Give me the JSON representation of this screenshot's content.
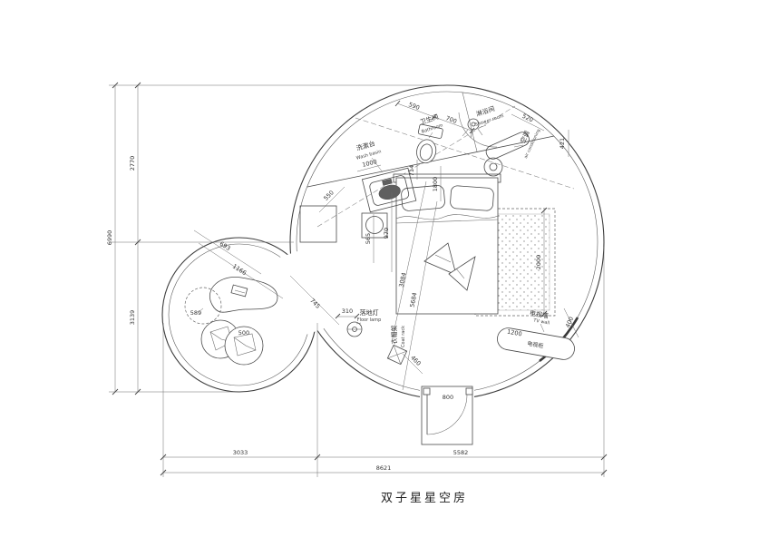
{
  "title": "双子星星空房",
  "dimensions": {
    "left_total": "6990",
    "left_upper": "2770",
    "left_lower": "3139",
    "bottom_left": "3033",
    "bottom_right": "5582",
    "bottom_total": "8621"
  },
  "labels": {
    "bathroom_cn": "卫生间",
    "bathroom_en": "Bathroom",
    "washbasin_cn": "洗漱台",
    "washbasin_en": "Wash basin",
    "shower_cn": "淋浴间",
    "shower_en": "Shower room",
    "ac_cn": "空调",
    "ac_en": "air conditioning",
    "floorlamp_cn": "落地灯",
    "floorlamp_en": "Floor lamp",
    "coatrack_cn": "衣帽架",
    "coatrack_en": "Coat rack",
    "tvwall_cn": "电视墙",
    "tvwall_en": "TV wall",
    "tvcabinet_cn": "电视柜"
  },
  "measurements": {
    "top_chain_1": "590",
    "top_chain_2": "700",
    "shower_width": "520",
    "ac_depth": "421",
    "washbasin_width": "1000",
    "toilet_width": "714",
    "bath_length": "1800",
    "niche": "550",
    "bed_side_1": "565",
    "bed_side_2": "970",
    "carpet_height": "2000",
    "diag_1": "3084",
    "diag_2": "5684",
    "lamp_offset": "310",
    "passage": "745",
    "lounge_1": "693",
    "lounge_2": "1166",
    "pouf_1": "589",
    "pouf_2": "500",
    "coatrack_offset": "460",
    "tv_width": "1200",
    "tv_offset": "400",
    "door_width": "800"
  }
}
